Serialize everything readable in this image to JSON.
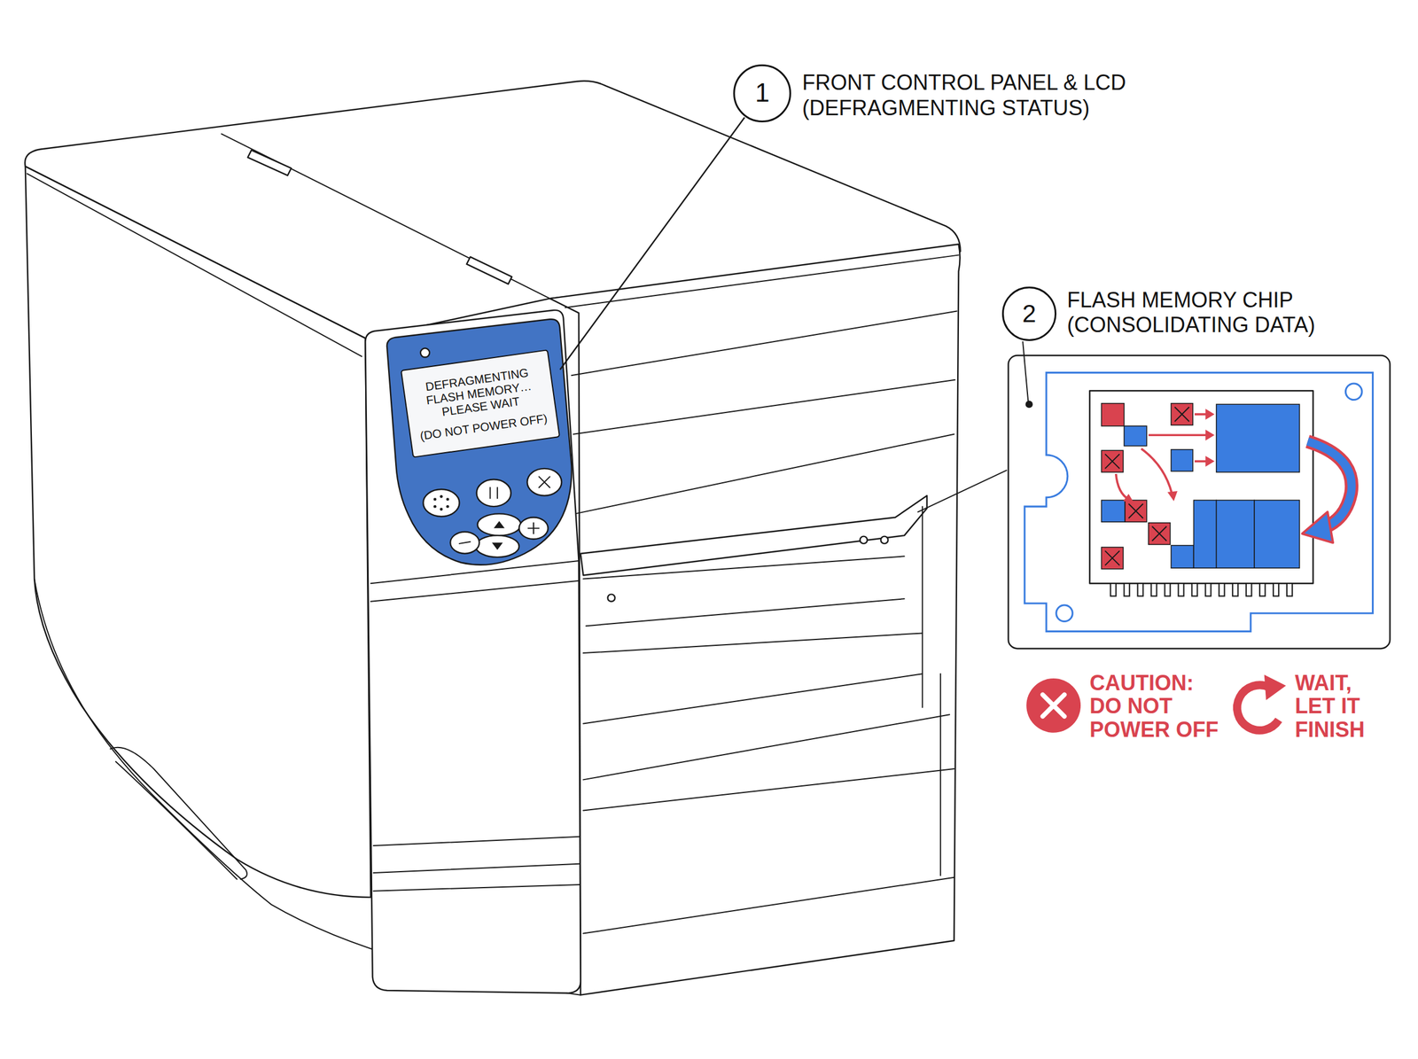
{
  "diagram": {
    "nodes": [
      {
        "text": [
          "1"
        ]
      },
      {
        "text": [
          "2"
        ]
      },
      {
        "text": [
          "DEFRAGMENTING FLASH MEMORY… PLEASE WAIT",
          "(DO NOT POWER OFF)"
        ]
      }
    ],
    "edges": [
      {
        "from": 0,
        "to": 2,
        "arrow": "none"
      }
    ],
    "labels": [
      "FRONT CONTROL PANEL & LCD (DEFRAGMENTING STATUS)",
      "FLASH MEMORY CHIP (CONSOLIDATING DATA)",
      "CAUTION: DO NOT POWER OFF",
      "WAIT, LET IT FINISH"
    ]
  }
}
